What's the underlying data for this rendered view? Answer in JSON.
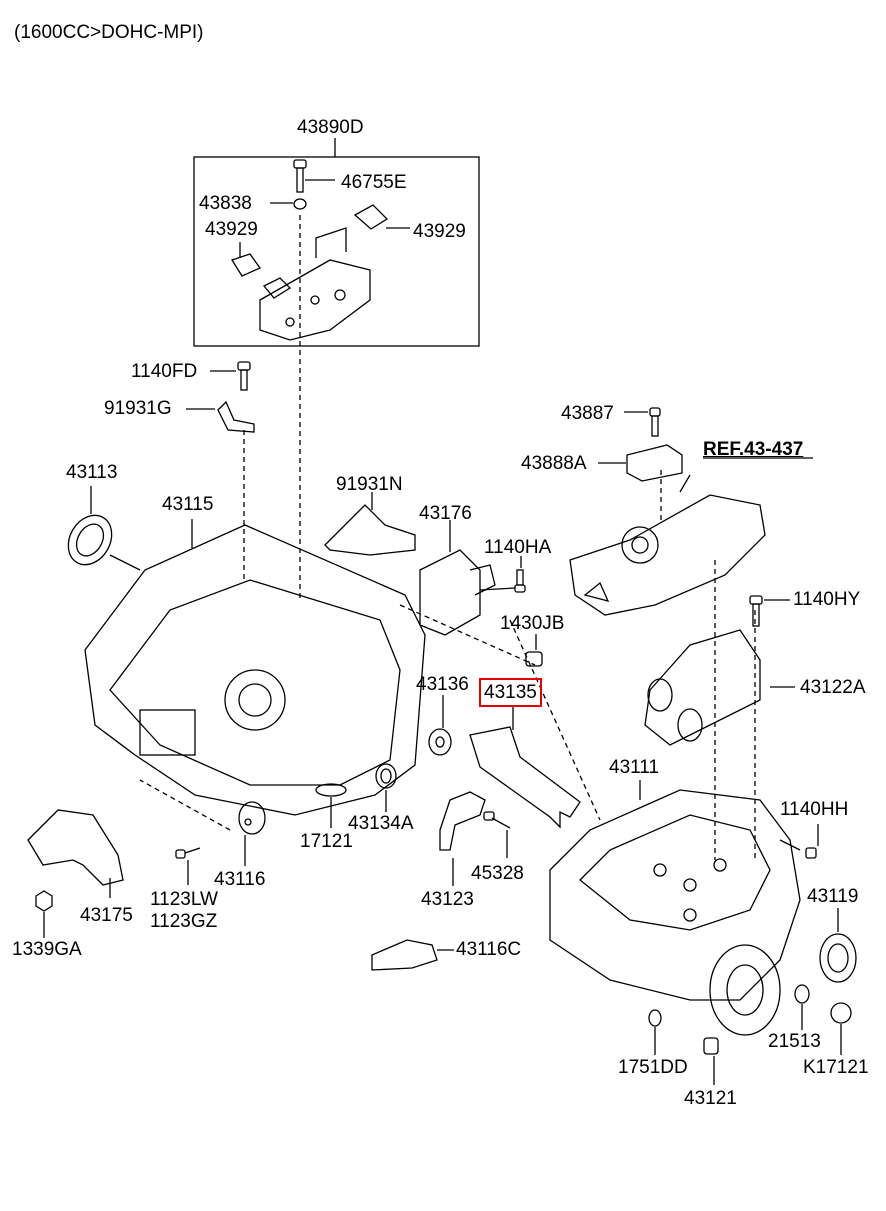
{
  "title": "(1600CC>DOHC-MPI)",
  "highlight_color": "#e00000",
  "labels": {
    "p43890D": "43890D",
    "p46755E": "46755E",
    "p43838": "43838",
    "p43929_l": "43929",
    "p43929_r": "43929",
    "p1140FD": "1140FD",
    "p91931G": "91931G",
    "p43887": "43887",
    "p43888A": "43888A",
    "ref43437": "REF.43-437",
    "p43113": "43113",
    "p43115": "43115",
    "p91931N": "91931N",
    "p43176": "43176",
    "p1140HA": "1140HA",
    "p1140HY": "1140HY",
    "p1430JB": "1430JB",
    "p43136": "43136",
    "p43135": "43135",
    "p43122A": "43122A",
    "p43111": "43111",
    "p1140HH": "1140HH",
    "p43134A": "43134A",
    "p17121": "17121",
    "p43116": "43116",
    "p45328": "45328",
    "p43123": "43123",
    "p43175": "43175",
    "p1123LW": "1123LW",
    "p1123GZ": "1123GZ",
    "p1339GA": "1339GA",
    "p43116C": "43116C",
    "p43119": "43119",
    "p21513": "21513",
    "p1751DD": "1751DD",
    "pK17121": "K17121",
    "p43121": "43121"
  }
}
